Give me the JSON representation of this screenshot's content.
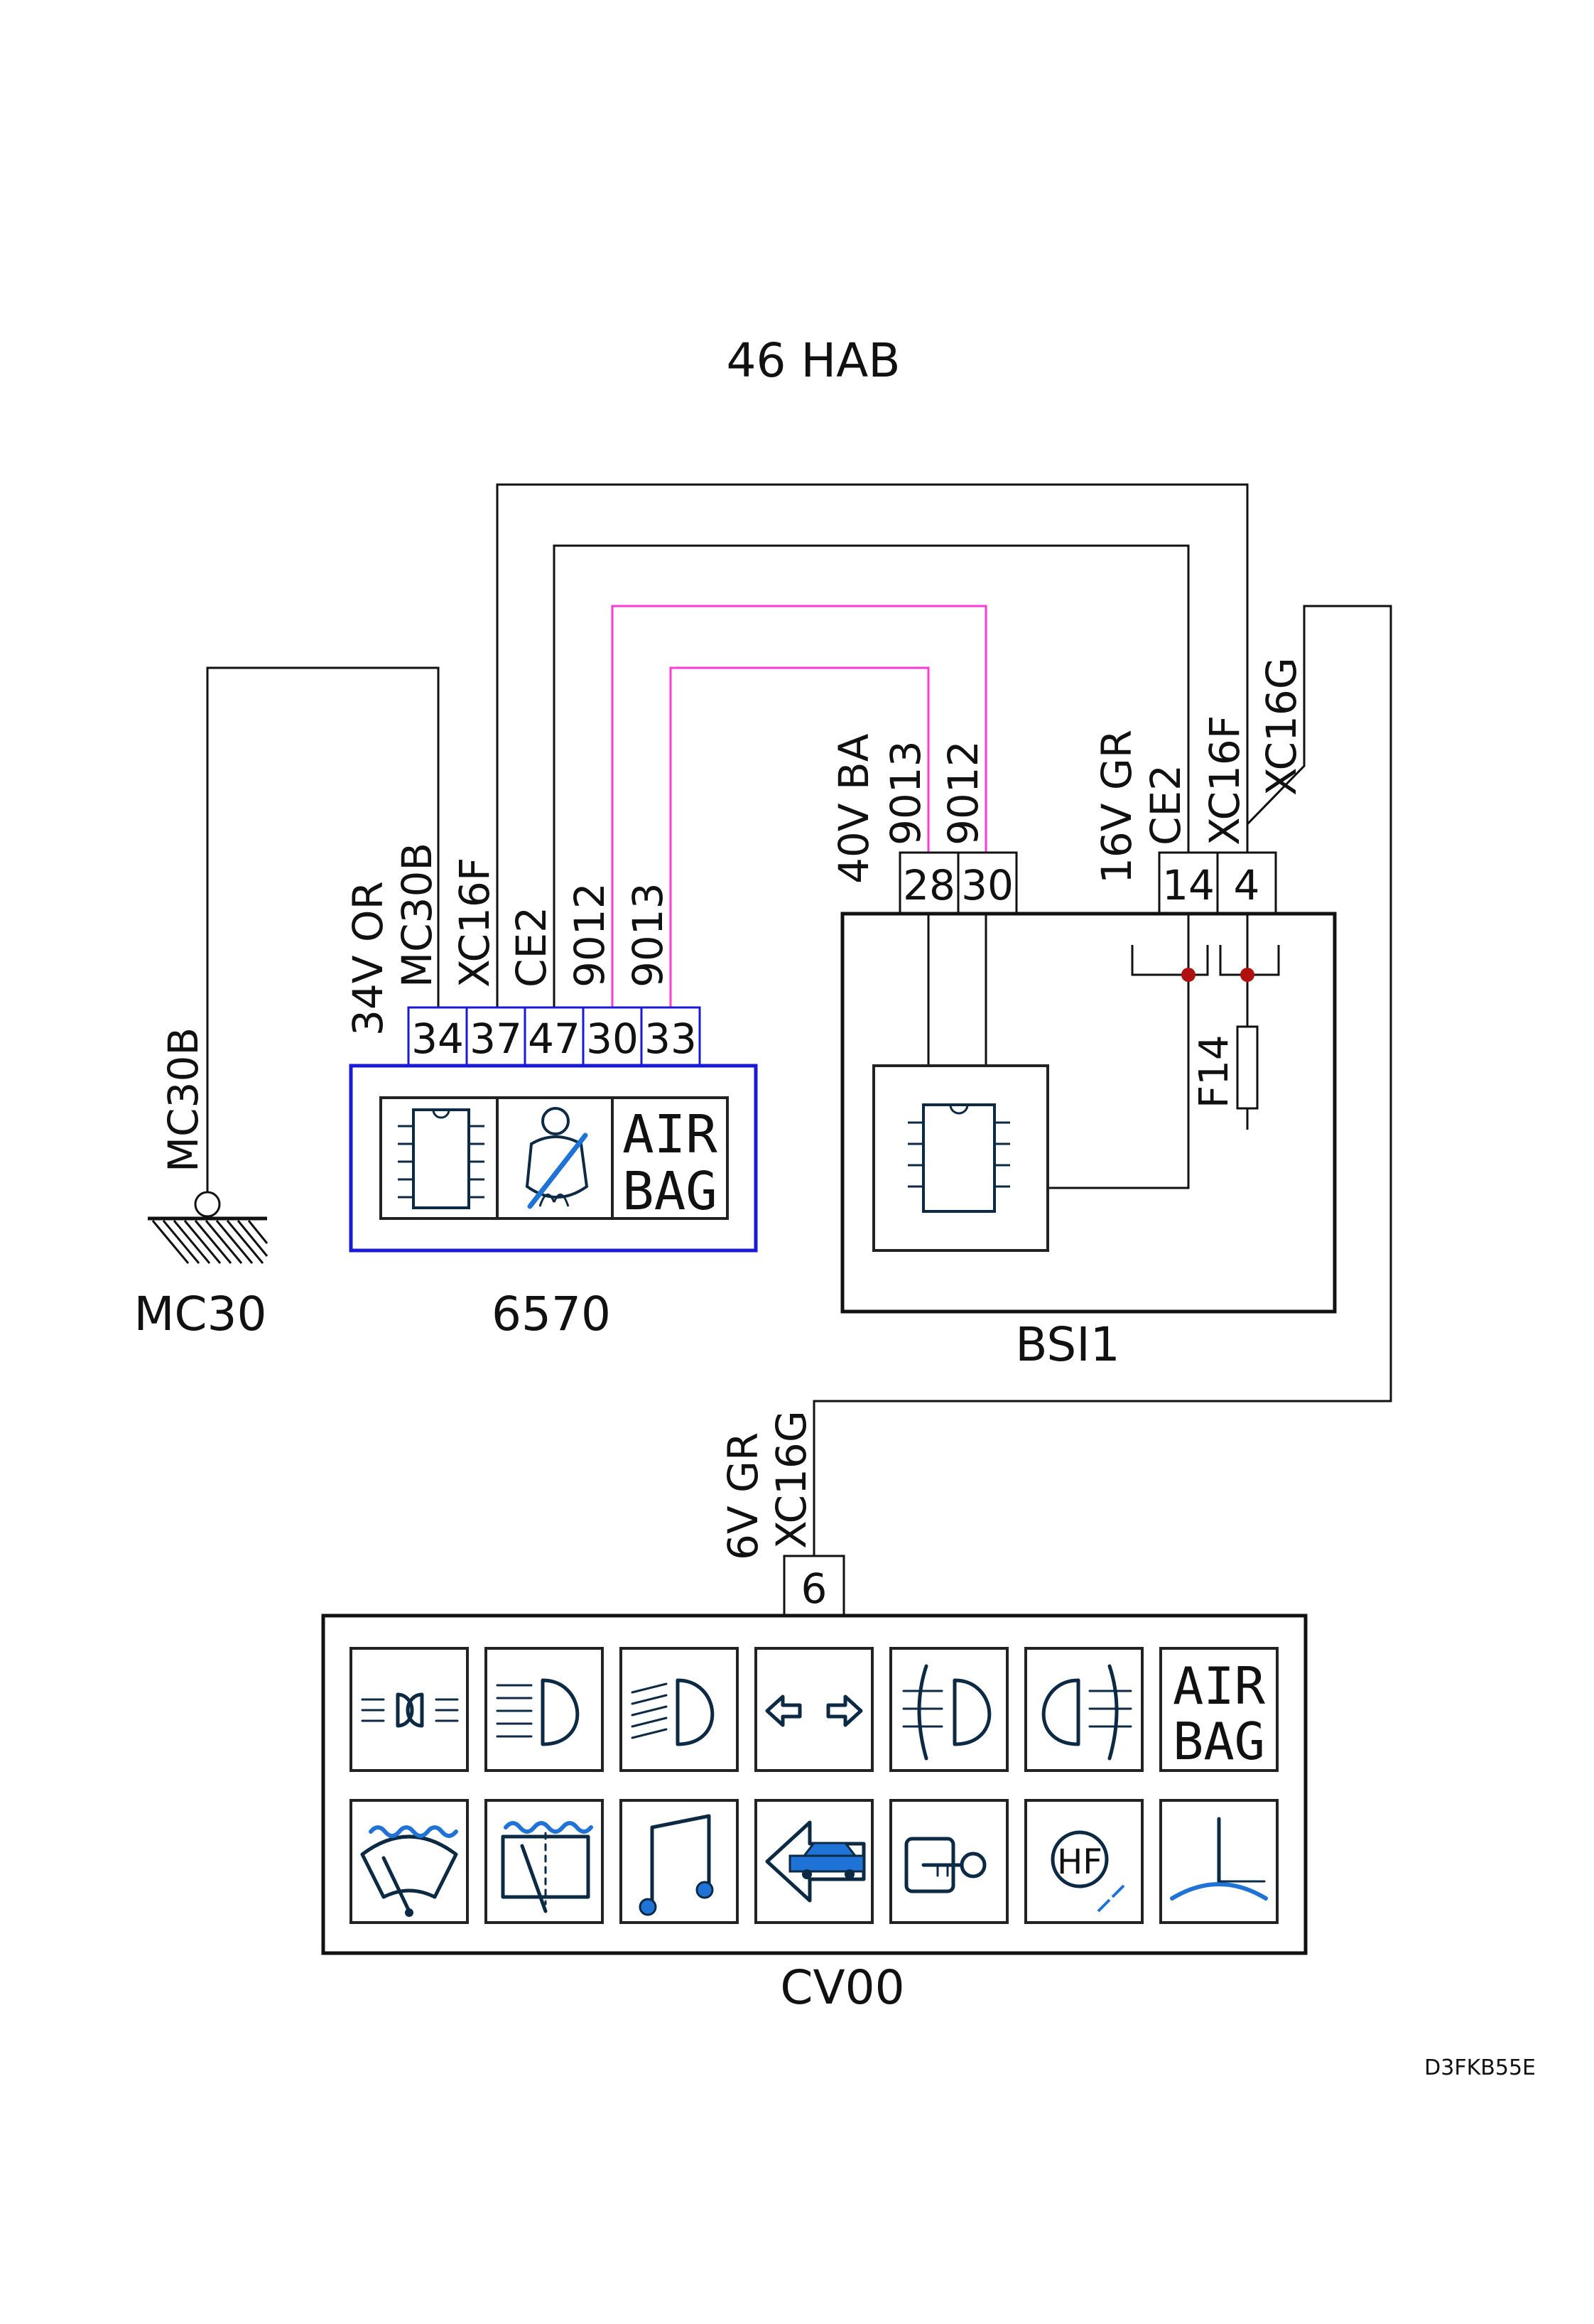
{
  "title": "46  HAB",
  "reference_code": "D3FKB55E",
  "ground": {
    "label": "MC30",
    "wire_label": "MC30B"
  },
  "module_6570": {
    "label": "6570",
    "wire_labels": {
      "group": "34V  OR",
      "mc30b": "MC30B",
      "xc16f": "XC16F",
      "ce2": "CE2",
      "w9012": "9012",
      "w9013": "9013"
    },
    "pins": [
      "34",
      "37",
      "47",
      "30",
      "33"
    ],
    "airbag_text": {
      "line1": "AIR",
      "line2": "BAG"
    }
  },
  "bsi": {
    "label": "BSI1",
    "left_connector": {
      "labels": {
        "group": "40V  BA",
        "w9013": "9013",
        "w9012": "9012"
      },
      "pins": [
        "28",
        "30"
      ]
    },
    "right_connector": {
      "labels": {
        "group": "16V  GR",
        "ce2": "CE2",
        "xc16f": "XC16F",
        "xc16g": "XC16G"
      },
      "pins": [
        "14",
        "4"
      ]
    },
    "fuse_label": "F14"
  },
  "cv00": {
    "label": "CV00",
    "connector": {
      "labels": {
        "group": "6V  GR",
        "xc16g": "XC16G"
      },
      "pins": [
        "6"
      ]
    },
    "airbag_text": {
      "line1": "AIR",
      "line2": "BAG"
    },
    "hf_text": "HF",
    "icons_row1": [
      "sidelights-icon",
      "dipped-beam-icon",
      "main-beam-icon",
      "indicators-icon",
      "front-fog-icon",
      "rear-fog-icon",
      "airbag-icon"
    ],
    "icons_row2": [
      "front-wiper-icon",
      "rear-wiper-icon",
      "audio-note-icon",
      "vehicle-reverse-icon",
      "key-lock-icon",
      "hf-remote-icon",
      "aerial-icon"
    ]
  },
  "colors": {
    "wire": "#111111",
    "pink_wire": "#ff3bd4",
    "connector_blue": "#1a1ad6",
    "splice_dot": "#b01010",
    "icon_accent": "#1f73d6"
  }
}
